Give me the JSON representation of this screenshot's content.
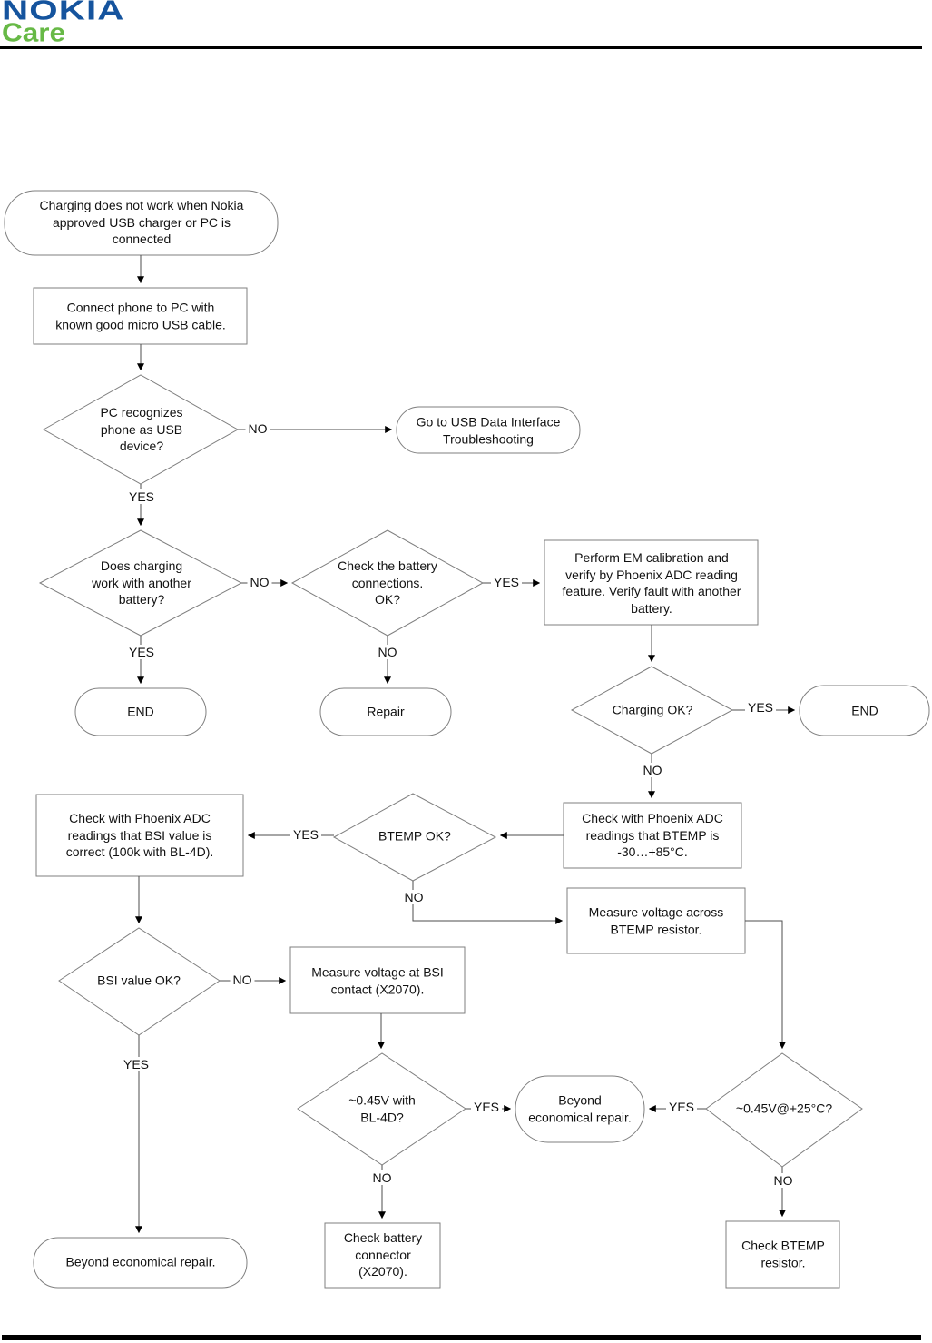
{
  "header": {
    "brand": "NOKIA",
    "sub_brand": "Care"
  },
  "colors": {
    "brand_blue": "#15549e",
    "brand_green": "#67b946",
    "shape_border": "#7f7f7f",
    "connector": "#4d4d4d",
    "text": "#111111"
  },
  "flowchart": {
    "nodes": {
      "start": {
        "type": "terminator",
        "text": [
          "Charging does not work when Nokia",
          "approved USB charger or PC is",
          "connected"
        ]
      },
      "connect_phone": {
        "type": "process",
        "text": [
          "Connect phone to PC with",
          "known good micro USB cable."
        ]
      },
      "pc_recognizes": {
        "type": "decision",
        "text": [
          "PC recognizes",
          "phone as USB",
          "device?"
        ]
      },
      "usb_troubleshooting": {
        "type": "terminator",
        "text": [
          "Go to USB Data Interface",
          "Troubleshooting"
        ]
      },
      "charging_other_battery": {
        "type": "decision",
        "text": [
          "Does charging",
          "work with another",
          "battery?"
        ]
      },
      "check_battery_connections": {
        "type": "decision",
        "text": [
          "Check the battery",
          "connections.",
          "OK?"
        ]
      },
      "perform_em_calibration": {
        "type": "process",
        "text": [
          "Perform EM calibration and",
          "verify by Phoenix  ADC reading",
          "feature. Verify fault with another",
          "battery."
        ]
      },
      "end_left": {
        "type": "terminator",
        "text": "END"
      },
      "repair": {
        "type": "terminator",
        "text": "Repair"
      },
      "charging_ok": {
        "type": "decision",
        "text": "Charging OK?"
      },
      "end_right": {
        "type": "terminator",
        "text": "END"
      },
      "check_btemp_range": {
        "type": "process",
        "text": [
          "Check with Phoenix ADC",
          "readings that BTEMP is",
          "-30…+85°C."
        ]
      },
      "btemp_ok": {
        "type": "decision",
        "text": "BTEMP OK?"
      },
      "check_bsi_value": {
        "type": "process",
        "text": [
          "Check with Phoenix ADC",
          "readings that BSI value is",
          "correct (100k with BL-4D)."
        ]
      },
      "measure_btemp_voltage": {
        "type": "process",
        "text": [
          "Measure voltage across",
          "BTEMP resistor."
        ]
      },
      "bsi_value_ok": {
        "type": "decision",
        "text": "BSI value OK?"
      },
      "measure_bsi_voltage": {
        "type": "process",
        "text": [
          "Measure voltage at BSI",
          "contact (X2070)."
        ]
      },
      "v045_bl4d": {
        "type": "decision",
        "text": [
          "~0.45V with",
          "BL-4D?"
        ]
      },
      "beyond_repair_mid": {
        "type": "terminator",
        "text": [
          "Beyond",
          "economical repair."
        ]
      },
      "v045_25c": {
        "type": "decision",
        "text": "~0.45V@+25°C?"
      },
      "beyond_repair_left": {
        "type": "terminator",
        "text": "Beyond economical repair."
      },
      "check_battery_connector": {
        "type": "process",
        "text": [
          "Check battery",
          "connector",
          "(X2070)."
        ]
      },
      "check_btemp_resistor": {
        "type": "process",
        "text": [
          "Check BTEMP",
          "resistor."
        ]
      }
    },
    "edge_labels": {
      "pc_recognizes_no": "NO",
      "pc_recognizes_yes": "YES",
      "charging_other_battery_no": "NO",
      "charging_other_battery_yes": "YES",
      "check_battery_connections_yes": "YES",
      "check_battery_connections_no": "NO",
      "charging_ok_yes": "YES",
      "charging_ok_no": "NO",
      "btemp_ok_yes": "YES",
      "btemp_ok_no": "NO",
      "bsi_value_ok_no": "NO",
      "bsi_value_ok_yes": "YES",
      "v045_bl4d_yes": "YES",
      "v045_bl4d_no": "NO",
      "v045_25c_yes": "YES",
      "v045_25c_no": "NO"
    }
  }
}
